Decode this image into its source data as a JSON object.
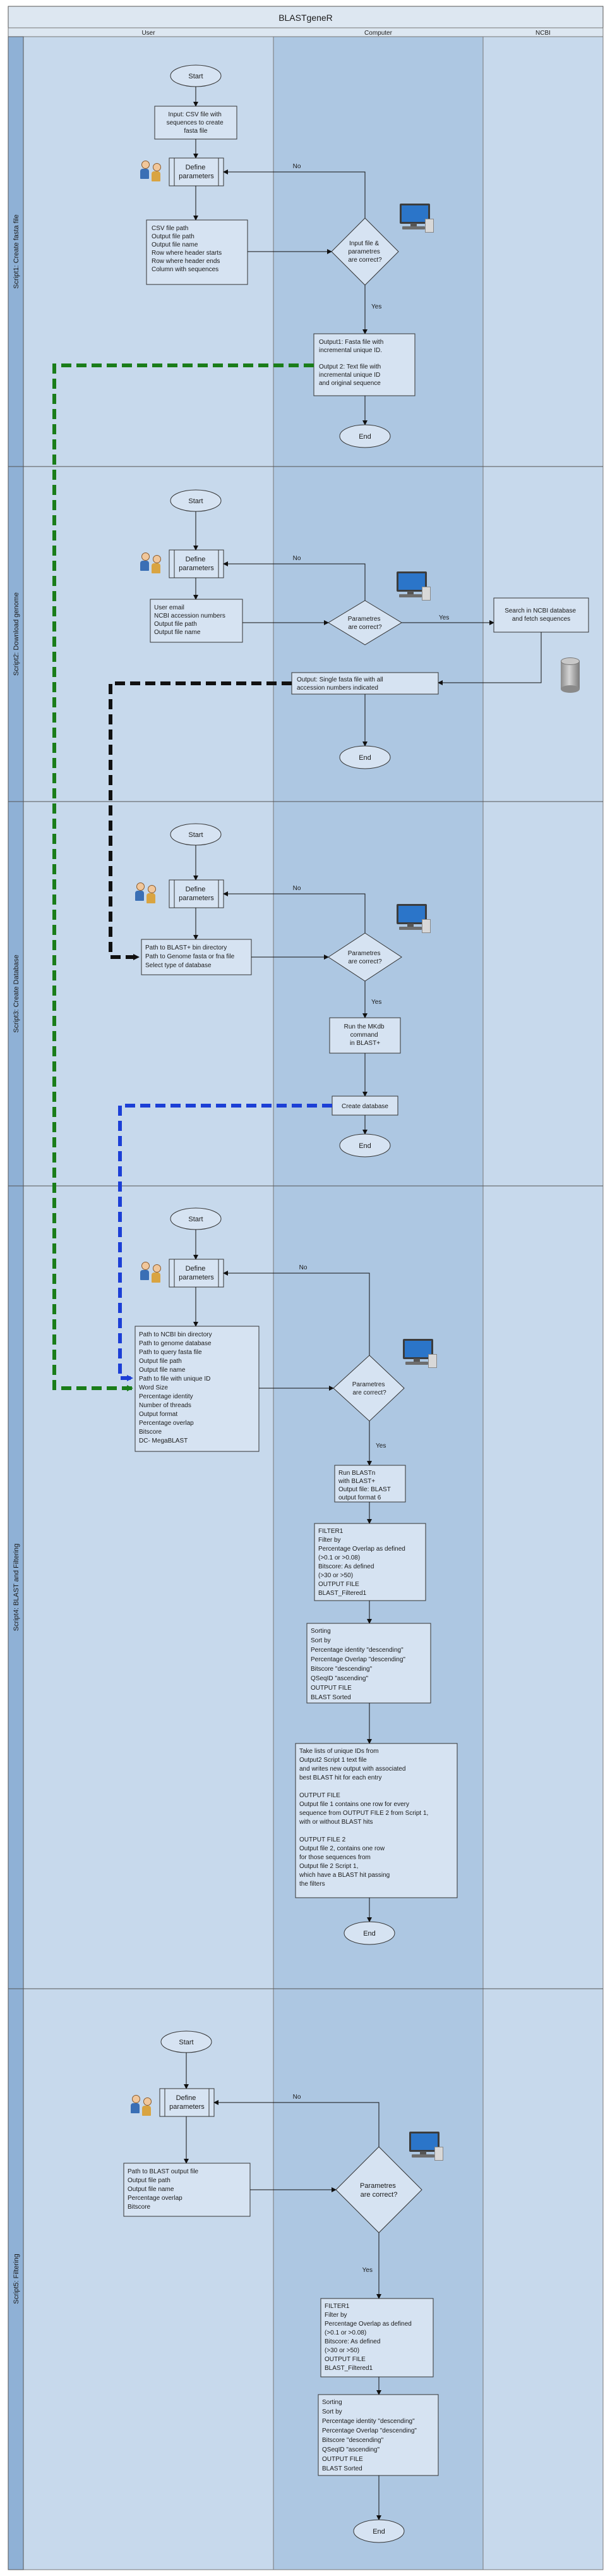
{
  "title": "BLASTgeneR",
  "lanes": {
    "user": "User",
    "computer": "Computer",
    "ncbi": "NCBI"
  },
  "sections": [
    "Script1: Create fasta file",
    "Script2: Download genome",
    "Script3: Create Database",
    "Script4: BLAST and Filtering",
    "Script5: Filtering"
  ],
  "common": {
    "start": "Start",
    "end": "End",
    "define": [
      "Define",
      "parameters"
    ],
    "no": "No",
    "yes": "Yes",
    "params_correct": [
      "Parametres",
      "are correct?"
    ]
  },
  "s1": {
    "input": [
      "Input: CSV file with",
      "sequences to create",
      "fasta file"
    ],
    "params": [
      "CSV file path",
      "Output file path",
      "Output file name",
      "Row where header starts",
      "Row where header ends",
      "Column with sequences"
    ],
    "decision": [
      "Input file &",
      "parametres",
      "are correct?"
    ],
    "output": [
      "Output1: Fasta file with",
      "incremental unique ID.",
      "",
      "Output 2: Text file with",
      "incremental unique ID",
      "and original sequence"
    ]
  },
  "s2": {
    "params": [
      "User email",
      "NCBI accession numbers",
      "Output file path",
      "Output file name"
    ],
    "ncbi": [
      "Search in NCBI database",
      "and fetch sequences"
    ],
    "output": [
      "Output: Single fasta file with all",
      "accession numbers indicated"
    ]
  },
  "s3": {
    "params": [
      "Path to BLAST+ bin directory",
      "Path to Genome fasta or fna file",
      "Select type of database"
    ],
    "makedb": [
      "Run the MKdb",
      "command",
      "in BLAST+"
    ],
    "created": "Create database"
  },
  "s4": {
    "params": [
      "Path to NCBI bin directory",
      "Path to genome database",
      "Path to query fasta file",
      "Output file path",
      "Output file name",
      "Path to file with unique ID",
      "Word Size",
      "Percentage identity",
      "Number of threads",
      "Output format",
      "Percentage overlap",
      "Bitscore",
      "DC- MegaBLAST"
    ],
    "run": [
      "Run BLASTn",
      "with BLAST+",
      "Output file: BLAST",
      "output format 6"
    ],
    "filter": [
      "FILTER1",
      "Filter by",
      "Percentage Overlap as defined",
      "(>0.1 or >0.08)",
      "Bitscore: As defined",
      "(>30 or >50)",
      "OUTPUT FILE",
      "BLAST_Filtered1"
    ],
    "sort": [
      "Sorting",
      "Sort by",
      "Percentage identity \"descending\"",
      "Percentage Overlap \"descending\"",
      "Bitscore \"descending\"",
      "QSeqID \"ascending\"",
      "OUTPUT FILE",
      "BLAST Sorted"
    ],
    "lists": [
      "Take lists of unique IDs from",
      "Output2 Script 1 text file",
      "and writes new output with associated",
      "best BLAST hit for each entry",
      "",
      "OUTPUT FILE",
      "Output file 1 contains one row for every",
      "sequence from OUTPUT FILE 2 from Script 1,",
      "with or without BLAST hits",
      "",
      "OUTPUT FILE 2",
      "Output file 2, contains one row",
      "for those sequences from",
      "Output file 2 Script 1,",
      "which have a BLAST hit passing",
      "the filters"
    ]
  },
  "s5": {
    "params": [
      "Path to BLAST output file",
      "Output file path",
      "Output file name",
      "Percentage overlap",
      "Bitscore"
    ],
    "filter": [
      "FILTER1",
      "Filter by",
      "Percentage Overlap as defined",
      "(>0.1 or >0.08)",
      "Bitscore: As defined",
      "(>30 or >50)",
      "OUTPUT FILE",
      "BLAST_Filtered1"
    ],
    "sort": [
      "Sorting",
      "Sort by",
      "Percentage identity \"descending\"",
      "Percentage Overlap \"descending\"",
      "Bitscore \"descending\"",
      "QSeqID \"ascending\"",
      "OUTPUT FILE",
      "BLAST Sorted"
    ]
  },
  "colors": {
    "lane_user": "#c7d9ec",
    "lane_computer": "#adc7e2",
    "lane_ncbi": "#c7d9ec",
    "process": "#d6e3f2",
    "green": "#1a7d1a",
    "black": "#111111",
    "blue": "#1c3fd6"
  }
}
